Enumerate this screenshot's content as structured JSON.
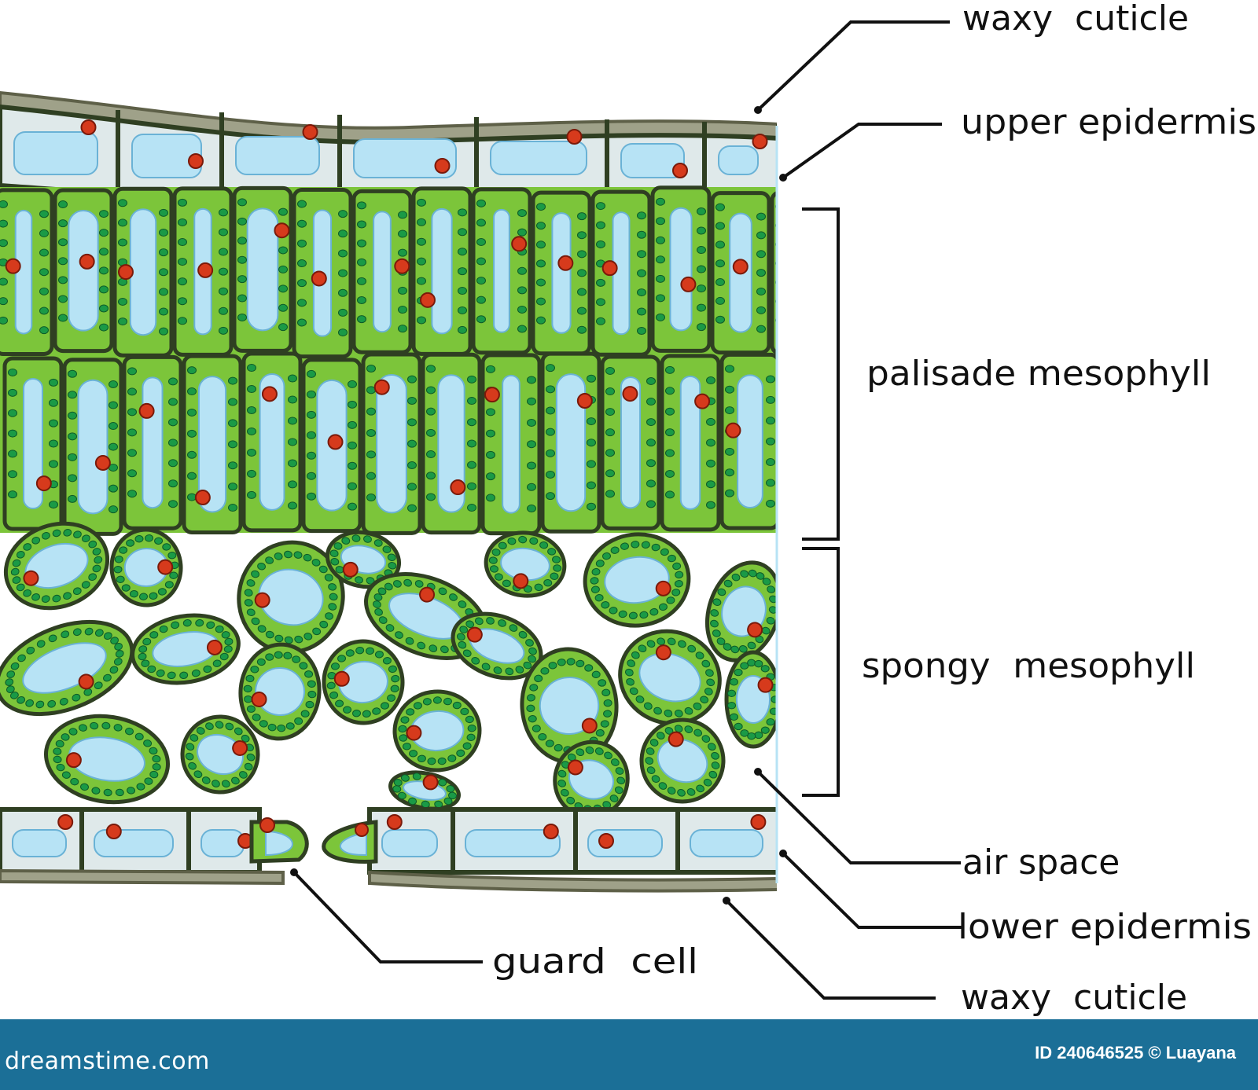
{
  "labels": {
    "waxy_cuticle_top": "waxy  cuticle",
    "upper_epidermis": "upper epidermis",
    "palisade_mesophyll": "palisade mesophyll",
    "spongy_mesophyll": "spongy  mesophyll",
    "air_space": "air space",
    "lower_epidermis": "lower epidermis",
    "guard_cell": "guard  cell",
    "waxy_cuticle_bottom": "waxy  cuticle"
  },
  "footer": {
    "brand": "dreamstime.com",
    "image_id": "ID 240646525 © Luayana"
  },
  "colors": {
    "cell_wall": "#2f3f22",
    "cytoplasm": "#7cc53a",
    "chloroplast": "#1a9a46",
    "nucleus": "#d63a1c",
    "vacuole": "#b7e3f5",
    "epidermis": "#dfe9ea",
    "cuticle": "#9fa189",
    "footer": "#1b6f97"
  }
}
